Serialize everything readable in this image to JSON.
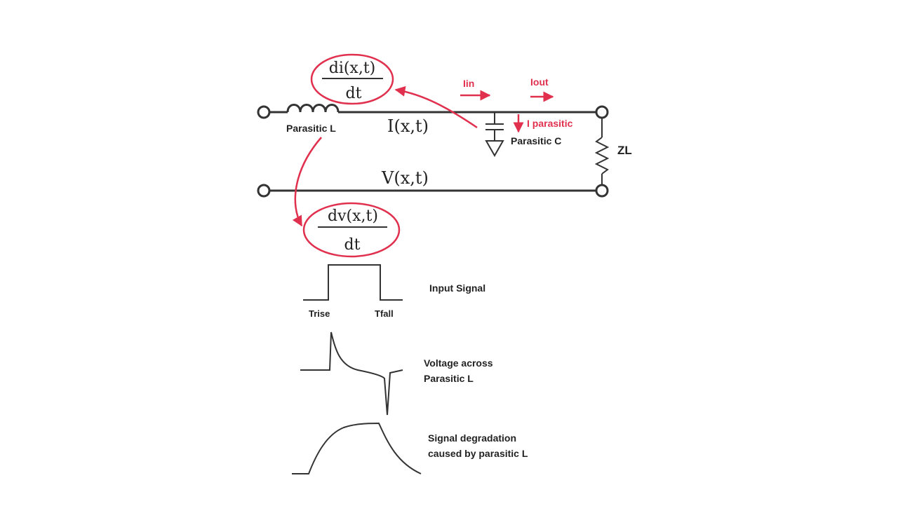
{
  "circuit": {
    "eq_di_num": "di(x,t)",
    "eq_di_den": "dt",
    "eq_dv_num": "dv(x,t)",
    "eq_dv_den": "dt",
    "current_label": "I(x,t)",
    "voltage_label": "V(x,t)",
    "parasitic_l": "Parasitic L",
    "parasitic_c": "Parasitic C",
    "load": "ZL",
    "i_in": "Iin",
    "i_out": "Iout",
    "i_parasitic": "I parasitic"
  },
  "waveforms": {
    "input_label": "Input Signal",
    "trise": "Trise",
    "tfall": "Tfall",
    "voltage_label_1": "Voltage across",
    "voltage_label_2": "Parasitic L",
    "degradation_label_1": "Signal degradation",
    "degradation_label_2": "caused by parasitic L"
  },
  "colors": {
    "accent": "#e0304e",
    "line": "#333333"
  }
}
